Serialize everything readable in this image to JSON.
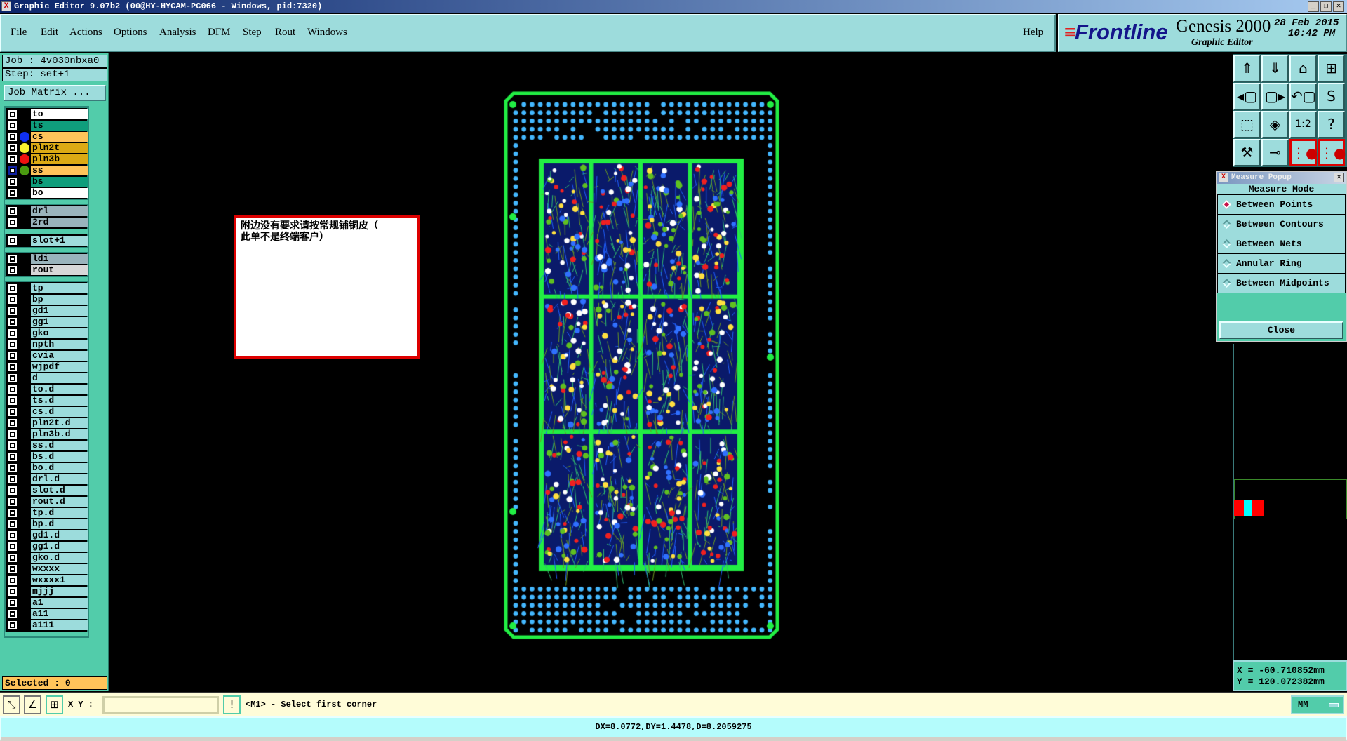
{
  "window": {
    "title": "Graphic Editor 9.07b2 (00@HY-HYCAM-PC066 - Windows, pid:7320)",
    "minimize": "_",
    "maximize": "❐",
    "close": "✕"
  },
  "menu": {
    "items": [
      "File",
      "Edit",
      "Actions",
      "Options",
      "Analysis",
      "DFM",
      "Step",
      "Rout",
      "Windows"
    ],
    "help": "Help"
  },
  "brand": {
    "logo_text": "Frontline",
    "product": "Genesis 2000",
    "subtitle": "Graphic Editor",
    "date": "28 Feb 2015",
    "time": "10:42 PM"
  },
  "job": {
    "job_label": "Job : 4v030nbxa0",
    "step_label": "Step: set+1",
    "job_matrix_button": "Job Matrix ..."
  },
  "layers": [
    [
      {
        "name": "to",
        "color": "#ffffff"
      },
      {
        "name": "ts",
        "color": "#0f9e7c"
      },
      {
        "name": "cs",
        "color": "#ffc45a",
        "dot": "#1030f0"
      },
      {
        "name": "pln2t",
        "color": "#dcaa14",
        "dot": "#f8f030"
      },
      {
        "name": "pln3b",
        "color": "#dcaa14",
        "dot": "#f01010"
      },
      {
        "name": "ss",
        "color": "#ffc45a",
        "dot": "#4a9a10",
        "active": true
      },
      {
        "name": "bs",
        "color": "#0f9e7c"
      },
      {
        "name": "bo",
        "color": "#ffffff"
      }
    ],
    [
      {
        "name": "drl",
        "color": "#9ab4bc"
      },
      {
        "name": "2rd",
        "color": "#9ab4bc"
      }
    ],
    [
      {
        "name": "slot+1",
        "color": "#a0dcdc"
      }
    ],
    [
      {
        "name": "ldi",
        "color": "#9ab4bc"
      },
      {
        "name": "rout",
        "color": "#d8d8d8"
      }
    ],
    [
      {
        "name": "tp"
      },
      {
        "name": "bp"
      },
      {
        "name": "gd1"
      },
      {
        "name": "gg1"
      },
      {
        "name": "gko"
      },
      {
        "name": "npth"
      },
      {
        "name": "cvia"
      },
      {
        "name": "wjpdf"
      },
      {
        "name": "d"
      },
      {
        "name": "to.d"
      },
      {
        "name": "ts.d"
      },
      {
        "name": "cs.d"
      },
      {
        "name": "pln2t.d"
      },
      {
        "name": "pln3b.d"
      },
      {
        "name": "ss.d"
      },
      {
        "name": "bs.d"
      },
      {
        "name": "bo.d"
      },
      {
        "name": "drl.d"
      },
      {
        "name": "slot.d"
      },
      {
        "name": "rout.d"
      },
      {
        "name": "tp.d"
      },
      {
        "name": "bp.d"
      },
      {
        "name": "gd1.d"
      },
      {
        "name": "gg1.d"
      },
      {
        "name": "gko.d"
      },
      {
        "name": "wxxxx"
      },
      {
        "name": "wxxxx1"
      },
      {
        "name": "mjjj"
      },
      {
        "name": "a1"
      },
      {
        "name": "a11"
      },
      {
        "name": "a111"
      }
    ]
  ],
  "selected": "Selected : 0",
  "note": {
    "line1": "附边没有要求请按常规铺铜皮（",
    "line2": "此单不是终端客户）"
  },
  "toolbar": [
    {
      "icon": "move-layer-up-icon",
      "glyph": "⇑"
    },
    {
      "icon": "move-layer-down-icon",
      "glyph": "⇓"
    },
    {
      "icon": "home-icon",
      "glyph": "⌂"
    },
    {
      "icon": "xy-grid-icon",
      "glyph": "⊞"
    },
    {
      "icon": "pan-left-icon",
      "glyph": "◂▢"
    },
    {
      "icon": "pan-right-icon",
      "glyph": "▢▸"
    },
    {
      "icon": "undo-zoom-icon",
      "glyph": "↶▢"
    },
    {
      "icon": "redraw-icon",
      "glyph": "S"
    },
    {
      "icon": "zoom-fit-icon",
      "glyph": "⬚"
    },
    {
      "icon": "zoom-center-icon",
      "glyph": "◈"
    },
    {
      "icon": "ratio-icon",
      "glyph": "1:2"
    },
    {
      "icon": "help-icon",
      "glyph": "?"
    },
    {
      "icon": "tools-icon",
      "glyph": "⚒"
    },
    {
      "icon": "snap-icon",
      "glyph": "⊸"
    },
    {
      "icon": "netlist-icon",
      "glyph": "⋮●"
    },
    {
      "icon": "netlist-compare-icon",
      "glyph": "⋮●"
    }
  ],
  "measure_popup": {
    "title": "Measure Popup",
    "mode_label": "Measure Mode",
    "options": [
      "Between Points",
      "Between Contours",
      "Between Nets",
      "Annular Ring",
      "Between Midpoints"
    ],
    "selected_index": 0,
    "close_button": "Close"
  },
  "coords": {
    "x": "X = -60.710852mm",
    "y": "Y = 120.072382mm"
  },
  "bottom": {
    "xy_label": "X Y :",
    "xy_value": "",
    "prompt": "<M1> - Select first corner",
    "units": "MM"
  },
  "status": "DX=8.0772,DY=1.4478,D=8.2059275",
  "colors": {
    "board": "#22ee44",
    "pad": "#44b8ff",
    "panel_bg": "#0a1a6a"
  }
}
